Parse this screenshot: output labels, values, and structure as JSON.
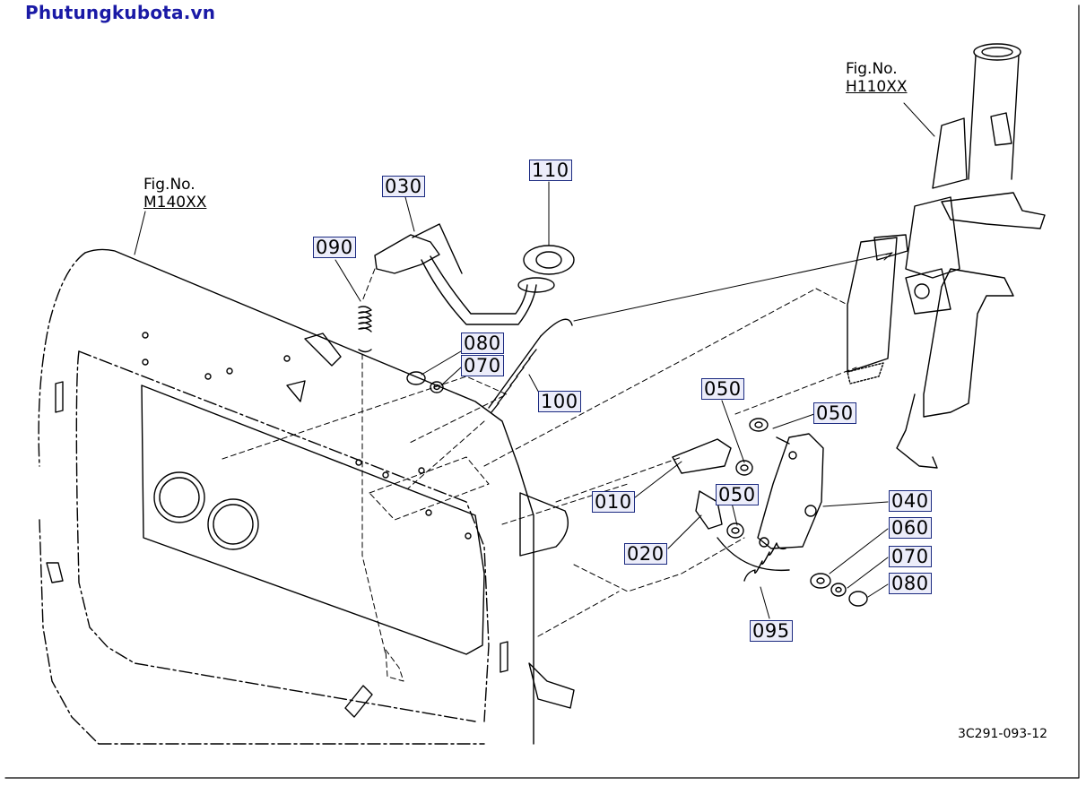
{
  "site": {
    "name": "Phutungkubota.vn"
  },
  "figure_refs": [
    {
      "line1": "Fig.No.",
      "line2": "M140XX"
    },
    {
      "line1": "Fig.No.",
      "line2": "H110XX"
    }
  ],
  "callouts": [
    {
      "id": "110",
      "label": "110"
    },
    {
      "id": "030",
      "label": "030"
    },
    {
      "id": "090",
      "label": "090"
    },
    {
      "id": "080a",
      "label": "080"
    },
    {
      "id": "070a",
      "label": "070"
    },
    {
      "id": "100",
      "label": "100"
    },
    {
      "id": "050a",
      "label": "050"
    },
    {
      "id": "050b",
      "label": "050"
    },
    {
      "id": "010",
      "label": "010"
    },
    {
      "id": "050c",
      "label": "050"
    },
    {
      "id": "040",
      "label": "040"
    },
    {
      "id": "060",
      "label": "060"
    },
    {
      "id": "020",
      "label": "020"
    },
    {
      "id": "070b",
      "label": "070"
    },
    {
      "id": "080b",
      "label": "080"
    },
    {
      "id": "095",
      "label": "095"
    }
  ],
  "drawing_number": "3C291-093-12",
  "colors": {
    "site_label": "#1a1aa6",
    "callout_border": "#1b2a80",
    "callout_fill": "#ecedfa"
  }
}
